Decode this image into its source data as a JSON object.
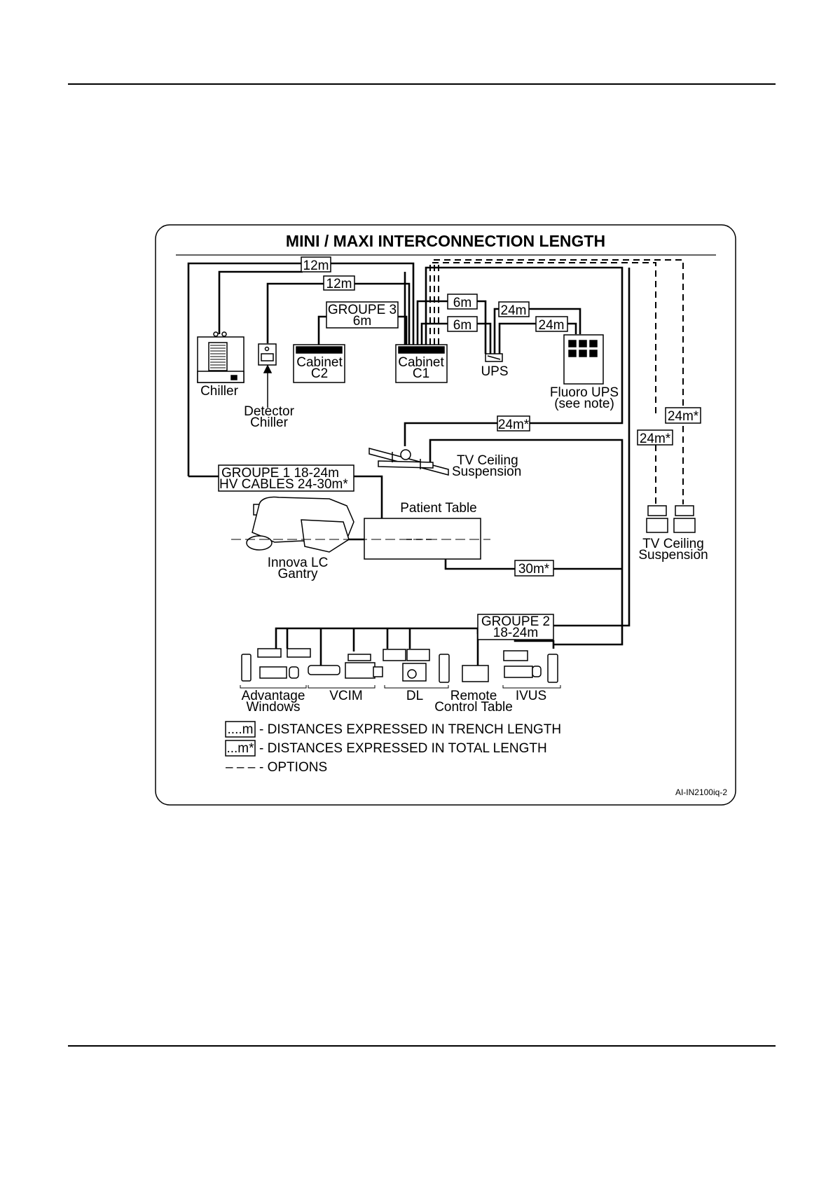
{
  "diagram": {
    "title": "MINI / MAXI INTERCONNECTION LENGTH",
    "reference": "AI-IN2100iq-2",
    "lengths": {
      "top_12m_a": "12m",
      "top_12m_b": "12m",
      "c1_ups_6m_a": "6m",
      "c1_ups_6m_b": "6m",
      "ups_fluoro_24m_a": "24m",
      "ups_fluoro_24m_b": "24m",
      "tv_ceiling_24m": "24m*",
      "opt_24m_a": "24m*",
      "opt_24m_b": "24m*",
      "table_30m": "30m*"
    },
    "groups": {
      "g3_line1": "GROUPE 3",
      "g3_line2": "6m",
      "g1_line1": "GROUPE 1   18-24m",
      "g1_line2": "HV CABLES 24-30m*",
      "g2_line1": "GROUPE 2",
      "g2_line2": "18-24m"
    },
    "components": {
      "chiller": "Chiller",
      "detector_chiller_1": "Detector",
      "detector_chiller_2": "Chiller",
      "cabinet_c2_1": "Cabinet",
      "cabinet_c2_2": "C2",
      "cabinet_c1_1": "Cabinet",
      "cabinet_c1_2": "C1",
      "ups": "UPS",
      "fluoro_ups_1": "Fluoro UPS",
      "fluoro_ups_2": "(see note)",
      "tv_ceiling_1": "TV Ceiling",
      "tv_ceiling_2": "Suspension",
      "tv_ceiling_right_1": "TV Ceiling",
      "tv_ceiling_right_2": "Suspension",
      "patient_table": "Patient Table",
      "gantry_1": "Innova LC",
      "gantry_2": "Gantry",
      "advantage_1": "Advantage",
      "advantage_2": "Windows",
      "vcim": "VCIM",
      "dl": "DL",
      "remote_1": "Remote",
      "remote_2": "Control Table",
      "ivus": "IVUS"
    },
    "legend": {
      "trench_box": "....m",
      "trench_text": "- DISTANCES EXPRESSED IN TRENCH LENGTH",
      "total_box": "...m*",
      "total_text": "- DISTANCES EXPRESSED IN TOTAL LENGTH",
      "options_dash": "– – –",
      "options_text": "- OPTIONS"
    }
  }
}
